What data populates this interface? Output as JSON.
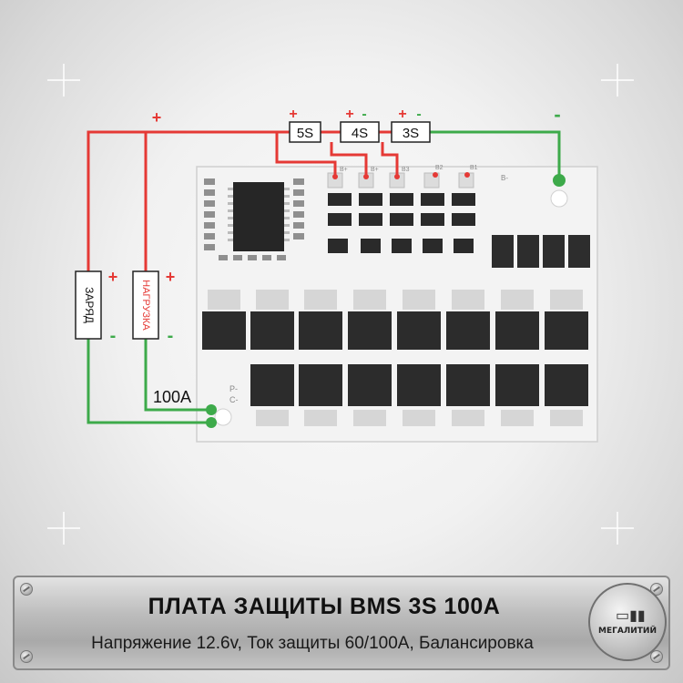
{
  "product": {
    "title": "ПЛАТА ЗАЩИТЫ BMS 3S 100A",
    "subtitle": "Напряжение 12.6v, Ток защиты 60/100A, Балансировка"
  },
  "diagram": {
    "cell_labels": [
      "5S",
      "4S",
      "3S"
    ],
    "charge_label": "ЗАРЯД",
    "load_label": "НАГРУЗКА",
    "current_label": "100A",
    "plus_sign": "+",
    "minus_sign": "-",
    "pad_labels": [
      "B+",
      "B+",
      "B3",
      "B2",
      "B1",
      "B-"
    ],
    "port_labels": [
      "P-",
      "C-"
    ],
    "wire_colors": {
      "positive": "#e53935",
      "negative": "#3daa4a"
    }
  },
  "brand": {
    "logo_text": "МЕГАЛИТИЙ",
    "logo_icon": "battery-icon"
  }
}
